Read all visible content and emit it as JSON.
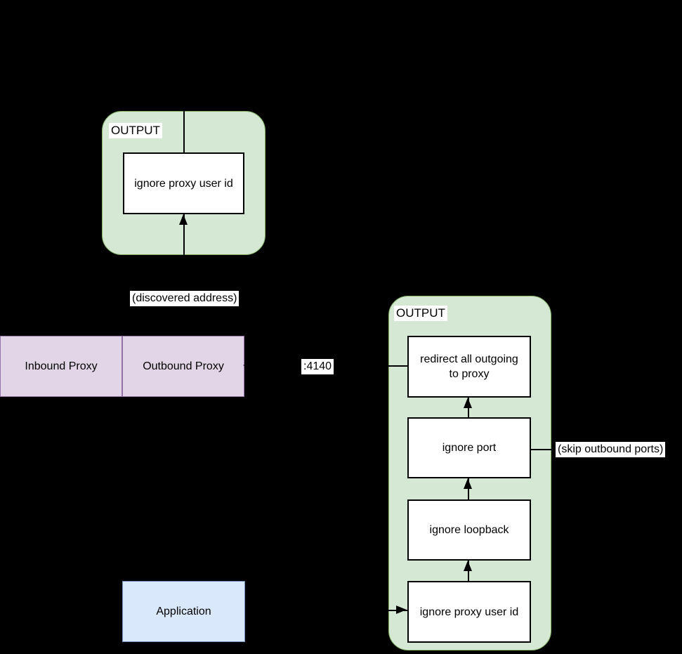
{
  "colors": {
    "background": "#000000",
    "chain_fill": "#d5e8d4",
    "chain_stroke": "#82b366",
    "proxy_fill": "#e1d5e7",
    "proxy_stroke": "#9673a6",
    "app_fill": "#dae8fc",
    "app_stroke": "#6c8ebf",
    "rule_fill": "#ffffff",
    "rule_stroke": "#000000",
    "edge": "#000000",
    "label_bg": "#ffffff",
    "text": "#000000"
  },
  "left_output_chain": {
    "title": "OUTPUT",
    "rules": [
      {
        "label": "ignore proxy user id"
      }
    ]
  },
  "right_output_chain": {
    "title": "OUTPUT",
    "rules": [
      {
        "label": "redirect all outgoing to proxy"
      },
      {
        "label": "ignore port"
      },
      {
        "label": "ignore loopback"
      },
      {
        "label": "ignore proxy user id"
      }
    ]
  },
  "proxy_pair": {
    "inbound_label": "Inbound Proxy",
    "outbound_label": "Outbound Proxy"
  },
  "application": {
    "label": "Application"
  },
  "edge_labels": {
    "discovered_address": "(discovered address)",
    "outbound_port": ":4140",
    "skip_outbound_ports": "(skip outbound ports)"
  }
}
